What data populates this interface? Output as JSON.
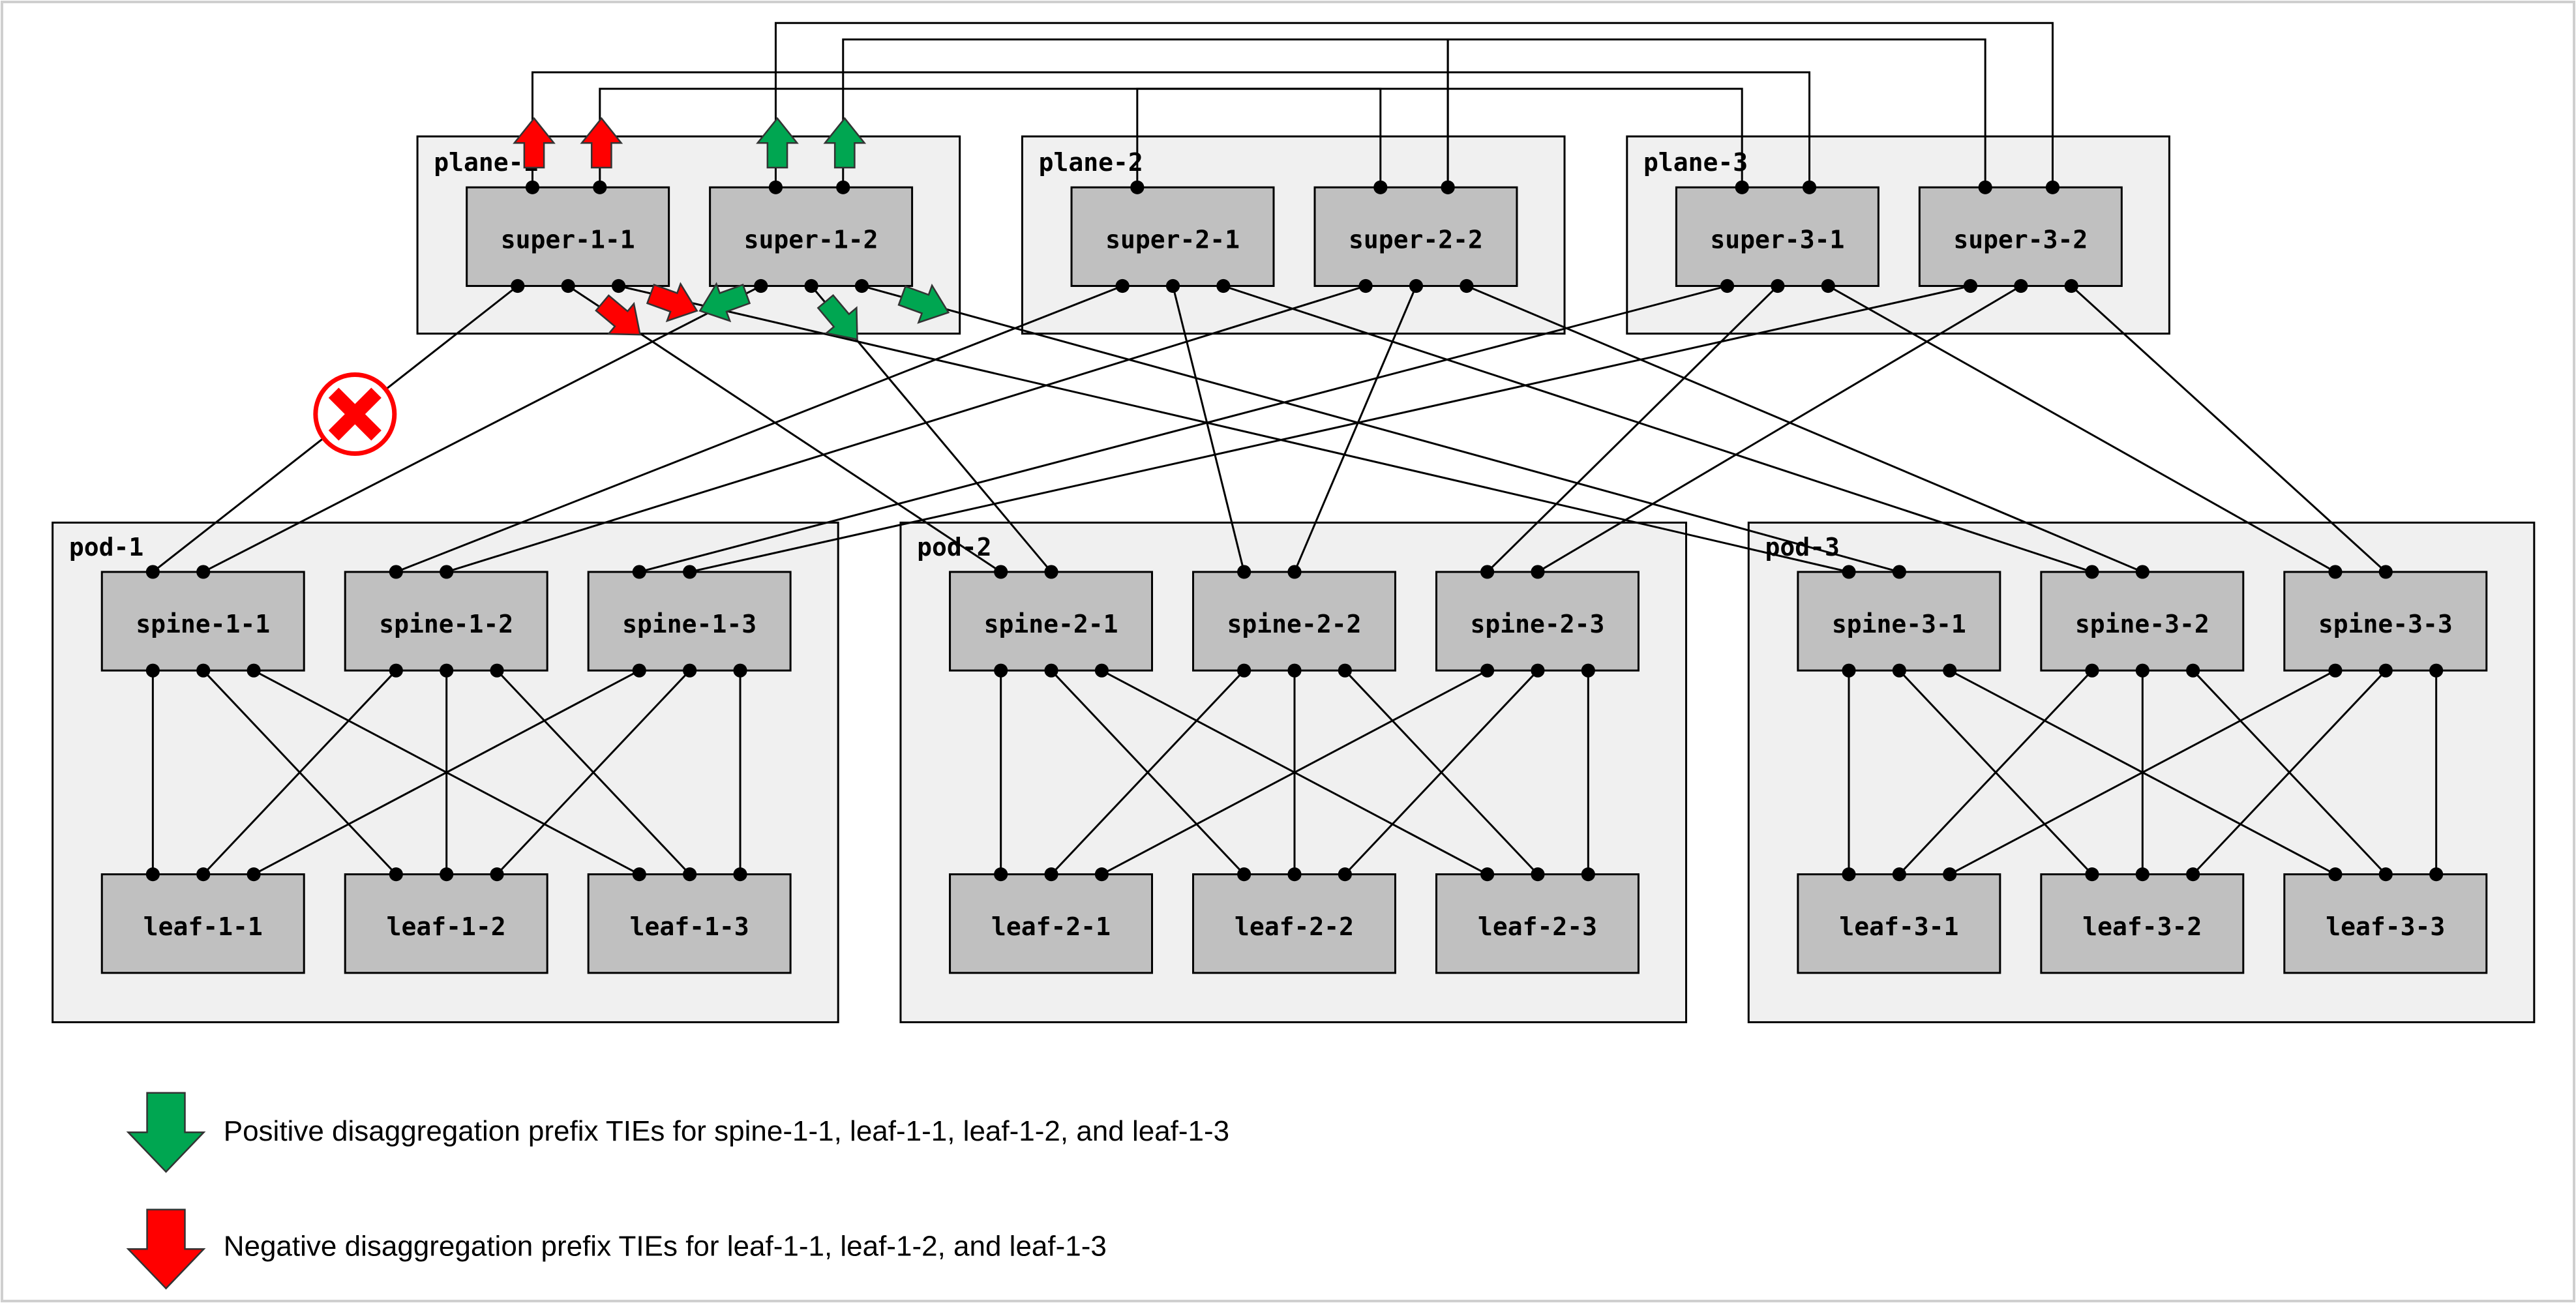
{
  "planes": [
    {
      "id": "plane-1",
      "label": "plane-1"
    },
    {
      "id": "plane-2",
      "label": "plane-2"
    },
    {
      "id": "plane-3",
      "label": "plane-3"
    }
  ],
  "pods": [
    {
      "id": "pod-1",
      "label": "pod-1"
    },
    {
      "id": "pod-2",
      "label": "pod-2"
    },
    {
      "id": "pod-3",
      "label": "pod-3"
    }
  ],
  "supers": [
    "super-1-1",
    "super-1-2",
    "super-2-1",
    "super-2-2",
    "super-3-1",
    "super-3-2"
  ],
  "spines": [
    "spine-1-1",
    "spine-1-2",
    "spine-1-3",
    "spine-2-1",
    "spine-2-2",
    "spine-2-3",
    "spine-3-1",
    "spine-3-2",
    "spine-3-3"
  ],
  "leaves": [
    "leaf-1-1",
    "leaf-1-2",
    "leaf-1-3",
    "leaf-2-1",
    "leaf-2-2",
    "leaf-2-3",
    "leaf-3-1",
    "leaf-3-2",
    "leaf-3-3"
  ],
  "legend": {
    "positive": "Positive disaggregation prefix TIEs for spine-1-1, leaf-1-1, leaf-1-2, and leaf-1-3",
    "negative": "Negative disaggregation prefix TIEs for leaf-1-1, leaf-1-2, and leaf-1-3"
  },
  "colors": {
    "positive": "#00a651",
    "negative": "#ff0000",
    "node_fill": "#c0c0c0",
    "container_fill": "#f0f0f0"
  }
}
